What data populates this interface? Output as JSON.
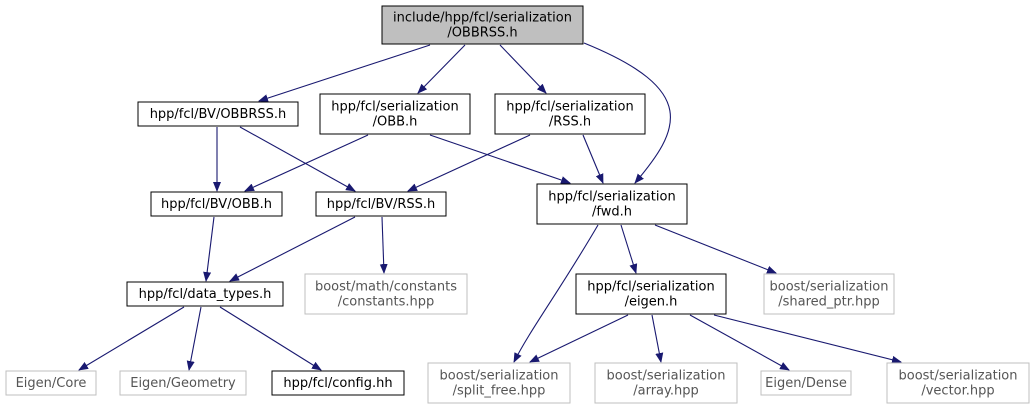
{
  "diagram": {
    "nodes": [
      {
        "id": "root",
        "lines": [
          "include/hpp/fcl/serialization",
          "/OBBRSS.h"
        ],
        "style": "root"
      },
      {
        "id": "bv_obbrss",
        "lines": [
          "hpp/fcl/BV/OBBRSS.h"
        ],
        "style": "normal"
      },
      {
        "id": "ser_obb",
        "lines": [
          "hpp/fcl/serialization",
          "/OBB.h"
        ],
        "style": "normal"
      },
      {
        "id": "ser_rss",
        "lines": [
          "hpp/fcl/serialization",
          "/RSS.h"
        ],
        "style": "normal"
      },
      {
        "id": "bv_obb",
        "lines": [
          "hpp/fcl/BV/OBB.h"
        ],
        "style": "normal"
      },
      {
        "id": "bv_rss",
        "lines": [
          "hpp/fcl/BV/RSS.h"
        ],
        "style": "normal"
      },
      {
        "id": "ser_fwd",
        "lines": [
          "hpp/fcl/serialization",
          "/fwd.h"
        ],
        "style": "normal"
      },
      {
        "id": "data_types",
        "lines": [
          "hpp/fcl/data_types.h"
        ],
        "style": "normal"
      },
      {
        "id": "boost_math",
        "lines": [
          "boost/math/constants",
          "/constants.hpp"
        ],
        "style": "external"
      },
      {
        "id": "ser_eigen",
        "lines": [
          "hpp/fcl/serialization",
          "/eigen.h"
        ],
        "style": "normal"
      },
      {
        "id": "boost_shared",
        "lines": [
          "boost/serialization",
          "/shared_ptr.hpp"
        ],
        "style": "external"
      },
      {
        "id": "eigen_core",
        "lines": [
          "Eigen/Core"
        ],
        "style": "external"
      },
      {
        "id": "eigen_geometry",
        "lines": [
          "Eigen/Geometry"
        ],
        "style": "external"
      },
      {
        "id": "config",
        "lines": [
          "hpp/fcl/config.hh"
        ],
        "style": "normal"
      },
      {
        "id": "boost_split",
        "lines": [
          "boost/serialization",
          "/split_free.hpp"
        ],
        "style": "external"
      },
      {
        "id": "boost_array",
        "lines": [
          "boost/serialization",
          "/array.hpp"
        ],
        "style": "external"
      },
      {
        "id": "eigen_dense",
        "lines": [
          "Eigen/Dense"
        ],
        "style": "external"
      },
      {
        "id": "boost_vector",
        "lines": [
          "boost/serialization",
          "/vector.hpp"
        ],
        "style": "external"
      }
    ],
    "edges": [
      [
        "root",
        "bv_obbrss"
      ],
      [
        "root",
        "ser_obb"
      ],
      [
        "root",
        "ser_rss"
      ],
      [
        "root",
        "ser_fwd"
      ],
      [
        "bv_obbrss",
        "bv_obb"
      ],
      [
        "bv_obbrss",
        "bv_rss"
      ],
      [
        "ser_obb",
        "bv_obb"
      ],
      [
        "ser_obb",
        "ser_fwd"
      ],
      [
        "ser_rss",
        "bv_rss"
      ],
      [
        "ser_rss",
        "ser_fwd"
      ],
      [
        "bv_obb",
        "data_types"
      ],
      [
        "bv_rss",
        "data_types"
      ],
      [
        "bv_rss",
        "boost_math"
      ],
      [
        "ser_fwd",
        "ser_eigen"
      ],
      [
        "ser_fwd",
        "boost_shared"
      ],
      [
        "ser_fwd",
        "boost_split"
      ],
      [
        "data_types",
        "eigen_core"
      ],
      [
        "data_types",
        "eigen_geometry"
      ],
      [
        "data_types",
        "config"
      ],
      [
        "ser_eigen",
        "boost_split"
      ],
      [
        "ser_eigen",
        "boost_array"
      ],
      [
        "ser_eigen",
        "eigen_dense"
      ],
      [
        "ser_eigen",
        "boost_vector"
      ]
    ],
    "colors": {
      "edge": "#191970",
      "node_border": "#000000",
      "external_border": "#bfbfbf",
      "root_fill": "#bfbfbf",
      "node_fill": "#ffffff"
    }
  }
}
